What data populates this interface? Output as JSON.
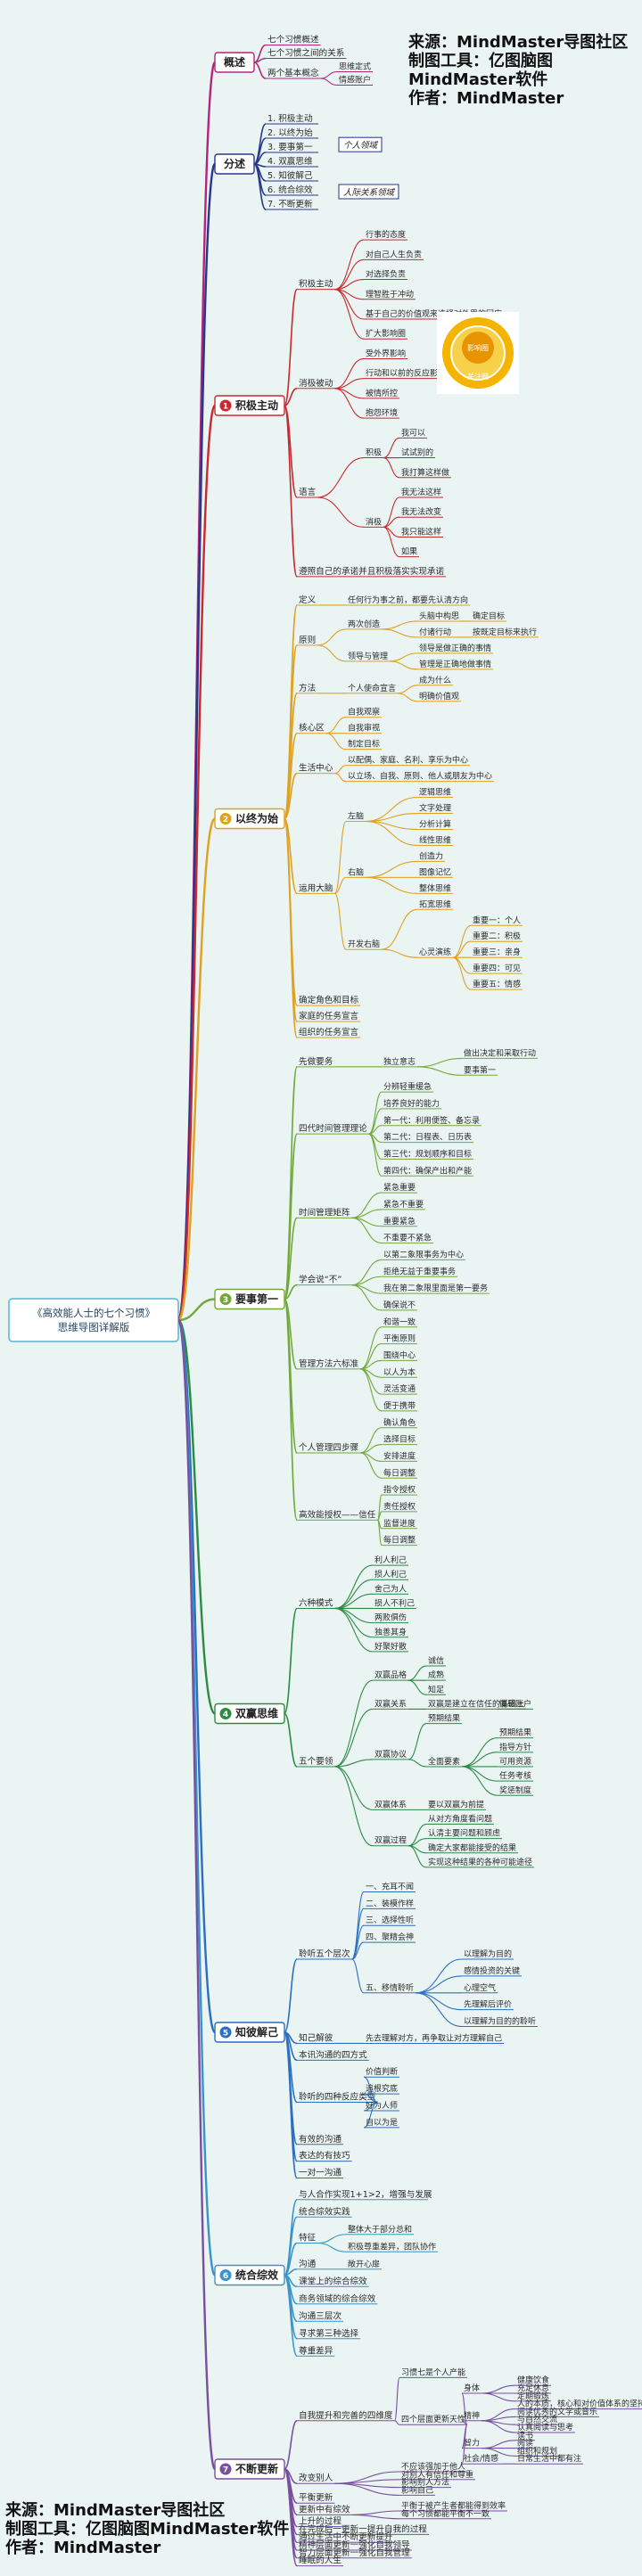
{
  "credit_top": [
    "来源：MindMaster导图社区",
    "制图工具：亿图脑图MindMaster软件",
    "作者：MindMaster"
  ],
  "credit_bottom": [
    "来源：MindMaster导图社区",
    "制图工具：亿图脑图MindMaster软件",
    "作者：MindMaster"
  ],
  "root": {
    "title": "《高效能人士的七个习惯》",
    "subtitle": "思维导图详解版"
  },
  "illustration": {
    "center": "影响圈",
    "outer": "关注圈"
  },
  "colors": {
    "root_border": "#58b4d4",
    "gaishu": "#b3257c",
    "fenshu": "#28368c",
    "jiji": "#c8282e",
    "yishi": "#e0a020",
    "yaoshi": "#72a83a",
    "shuangying": "#2c8a44",
    "zhibi": "#2c6ec0",
    "tongli": "#3b94c8",
    "buduan": "#7a4fa0",
    "dark": "#1b4e34"
  },
  "branches": [
    {
      "key": "gaishu",
      "label": "概述",
      "children": [
        {
          "label": "七个习惯概述"
        },
        {
          "label": "七个习惯之间的关系"
        },
        {
          "label": "两个基本概念",
          "children": [
            {
              "label": "思维定式"
            },
            {
              "label": "情感账户"
            }
          ]
        }
      ]
    },
    {
      "key": "fenshu",
      "label": "分述",
      "children": [
        {
          "label": "1. 积极主动"
        },
        {
          "label": "2. 以终为始"
        },
        {
          "label": "3. 要事第一"
        },
        {
          "label": "4. 双赢思维"
        },
        {
          "label": "5. 知彼解己"
        },
        {
          "label": "6. 统合综效"
        },
        {
          "label": "7. 不断更新"
        }
      ],
      "groups": [
        {
          "label": "个人领域"
        },
        {
          "label": "人际关系领域"
        }
      ]
    },
    {
      "key": "jiji",
      "label": "积极主动",
      "num": "1",
      "children": [
        {
          "label": "积极主动",
          "children": [
            {
              "label": "行事的态度"
            },
            {
              "label": "对自己人生负责"
            },
            {
              "label": "对选择负责"
            },
            {
              "label": "理智胜于冲动"
            },
            {
              "label": "基于自己的价值观来选择对外界的回应"
            },
            {
              "label": "扩大影响圈"
            }
          ]
        },
        {
          "label": "消极被动",
          "children": [
            {
              "label": "受外界影响"
            },
            {
              "label": "行动和以前的反应影响"
            },
            {
              "label": "被情所控"
            },
            {
              "label": "抱怨环境"
            }
          ]
        },
        {
          "label": "语言",
          "children": [
            {
              "label": "积极",
              "children": [
                {
                  "label": "我可以"
                },
                {
                  "label": "试试别的"
                },
                {
                  "label": "我打算这样做"
                }
              ]
            },
            {
              "label": "消极",
              "children": [
                {
                  "label": "我无法这样"
                },
                {
                  "label": "我无法改变"
                },
                {
                  "label": "我只能这样"
                },
                {
                  "label": "如果"
                }
              ]
            }
          ]
        },
        {
          "label": "遵照自己的承诺并且积极落实实现承诺"
        }
      ]
    },
    {
      "key": "yishi",
      "label": "以终为始",
      "num": "2",
      "children": [
        {
          "label": "定义",
          "children": [
            {
              "label": "任何行为事之前，都要先认清方向"
            }
          ]
        },
        {
          "label": "原则",
          "children": [
            {
              "label": "两次创造",
              "children": [
                {
                  "label": "头脑中构思",
                  "children": [
                    {
                      "label": "确定目标"
                    }
                  ]
                },
                {
                  "label": "付诸行动",
                  "children": [
                    {
                      "label": "按既定目标来执行"
                    }
                  ]
                }
              ]
            },
            {
              "label": "领导与管理",
              "children": [
                {
                  "label": "领导是做正确的事情"
                },
                {
                  "label": "管理是正确地做事情"
                }
              ]
            }
          ]
        },
        {
          "label": "方法",
          "children": [
            {
              "label": "个人使命宣言",
              "children": [
                {
                  "label": "成为什么"
                },
                {
                  "label": "明确价值观"
                }
              ]
            }
          ]
        },
        {
          "label": "核心区",
          "children": [
            {
              "label": "自我观察"
            },
            {
              "label": "自我审视"
            },
            {
              "label": "制定目标"
            }
          ]
        },
        {
          "label": "生活中心",
          "children": [
            {
              "label": "以配偶、家庭、名利、享乐为中心"
            },
            {
              "label": "以立场、自我、原则、他人或朋友为中心"
            }
          ]
        },
        {
          "label": "运用大脑",
          "children": [
            {
              "label": "左脑",
              "children": [
                {
                  "label": "逻辑思维"
                },
                {
                  "label": "文字处理"
                },
                {
                  "label": "分析计算"
                },
                {
                  "label": "线性思维"
                }
              ]
            },
            {
              "label": "右脑",
              "children": [
                {
                  "label": "创造力"
                },
                {
                  "label": "图像记忆"
                },
                {
                  "label": "整体思维"
                }
              ]
            },
            {
              "label": "开发右脑",
              "children": [
                {
                  "label": "拓宽思维"
                },
                {
                  "label": "心灵演练",
                  "children": [
                    {
                      "label": "重要一：个人"
                    },
                    {
                      "label": "重要二：积极"
                    },
                    {
                      "label": "重要三：亲身"
                    },
                    {
                      "label": "重要四：可见"
                    },
                    {
                      "label": "重要五：情感"
                    }
                  ]
                }
              ]
            }
          ]
        },
        {
          "label": "确定角色和目标"
        },
        {
          "label": "家庭的任务宣言"
        },
        {
          "label": "组织的任务宣言"
        }
      ]
    },
    {
      "key": "yaoshi",
      "label": "要事第一",
      "num": "3",
      "children": [
        {
          "label": "先做要务",
          "children": [
            {
              "label": "独立意志",
              "children": [
                {
                  "label": "做出决定和采取行动"
                },
                {
                  "label": "要事第一"
                }
              ]
            }
          ]
        },
        {
          "label": "四代时间管理理论",
          "children": [
            {
              "label": "分辨轻重缓急"
            },
            {
              "label": "培养良好的能力"
            },
            {
              "label": "第一代：利用便签、备忘录"
            },
            {
              "label": "第二代：日程表、日历表"
            },
            {
              "label": "第三代：规划顺序和目标"
            },
            {
              "label": "第四代：确保产出和产能"
            }
          ]
        },
        {
          "label": "时间管理矩阵",
          "children": [
            {
              "label": "紧急重要"
            },
            {
              "label": "紧急不重要"
            },
            {
              "label": "重要紧急"
            },
            {
              "label": "不重要不紧急"
            }
          ]
        },
        {
          "label": "学会说“不”",
          "children": [
            {
              "label": "以第二象限事务为中心"
            },
            {
              "label": "拒绝无益于重要事务"
            },
            {
              "label": "我在第二象限里面是第一要务"
            },
            {
              "label": "确保说不"
            }
          ]
        },
        {
          "label": "管理方法六标准",
          "children": [
            {
              "label": "和谐一致"
            },
            {
              "label": "平衡原则"
            },
            {
              "label": "围绕中心"
            },
            {
              "label": "以人为本"
            },
            {
              "label": "灵活变通"
            },
            {
              "label": "便于携带"
            }
          ]
        },
        {
          "label": "个人管理四步骤",
          "children": [
            {
              "label": "确认角色"
            },
            {
              "label": "选择目标"
            },
            {
              "label": "安排进度"
            },
            {
              "label": "每日调整"
            }
          ]
        },
        {
          "label": "高效能授权——信任",
          "children": [
            {
              "label": "指令授权"
            },
            {
              "label": "责任授权"
            },
            {
              "label": "监督进度"
            },
            {
              "label": "每日调整"
            }
          ]
        }
      ]
    },
    {
      "key": "shuangying",
      "label": "双赢思维",
      "num": "4",
      "children": [
        {
          "label": "六种模式",
          "children": [
            {
              "label": "利人利己"
            },
            {
              "label": "损人利己"
            },
            {
              "label": "舍己为人"
            },
            {
              "label": "损人不利己"
            },
            {
              "label": "两败俱伤"
            },
            {
              "label": "独善其身"
            },
            {
              "label": "好聚好散"
            }
          ]
        },
        {
          "label": "五个要领",
          "children": [
            {
              "label": "双赢品格",
              "children": [
                {
                  "label": "诚信"
                },
                {
                  "label": "成熟"
                },
                {
                  "label": "知足"
                }
              ]
            },
            {
              "label": "双赢关系",
              "children": [
                {
                  "label": "双赢是建立在信任的基础上",
                  "children": [
                    {
                      "label": "情感账户"
                    }
                  ]
                }
              ]
            },
            {
              "label": "双赢协议",
              "children": [
                {
                  "label": "预期结果"
                },
                {
                  "label": "全面要素",
                  "children": [
                    {
                      "label": "预期结果"
                    },
                    {
                      "label": "指导方针"
                    },
                    {
                      "label": "可用资源"
                    },
                    {
                      "label": "任务考核"
                    },
                    {
                      "label": "奖惩制度"
                    }
                  ]
                }
              ]
            },
            {
              "label": "双赢体系",
              "children": [
                {
                  "label": "要以双赢为前提"
                }
              ]
            },
            {
              "label": "双赢过程",
              "children": [
                {
                  "label": "从对方角度看问题"
                },
                {
                  "label": "认清主要问题和顾虑"
                },
                {
                  "label": "确定大家都能接受的结果"
                },
                {
                  "label": "实现这种结果的各种可能途径"
                }
              ]
            }
          ]
        }
      ]
    },
    {
      "key": "zhibi",
      "label": "知彼解己",
      "num": "5",
      "children": [
        {
          "label": "聆听五个层次",
          "children": [
            {
              "label": "一、充耳不闻"
            },
            {
              "label": "二、装模作样"
            },
            {
              "label": "三、选择性听"
            },
            {
              "label": "四、聚精会神"
            },
            {
              "label": "五、移情聆听",
              "children": [
                {
                  "label": "以理解为目的"
                },
                {
                  "label": "感情投资的关键"
                },
                {
                  "label": "心理空气"
                },
                {
                  "label": "先理解后评价"
                },
                {
                  "label": "以理解为目的的聆听"
                }
              ]
            }
          ]
        },
        {
          "label": "知己解彼",
          "children": [
            {
              "label": "先去理解对方，再争取让对方理解自己"
            }
          ]
        },
        {
          "label": "本讯沟通的四方式"
        },
        {
          "label": "聆听的四种反应类型",
          "children": [
            {
              "label": "价值判断"
            },
            {
              "label": "追根究底"
            },
            {
              "label": "好为人师"
            },
            {
              "label": "自以为是"
            }
          ]
        },
        {
          "label": "有效的沟通"
        },
        {
          "label": "表达的有技巧"
        },
        {
          "label": "一对一沟通"
        }
      ]
    },
    {
      "key": "tongli",
      "label": "统合综效",
      "num": "6",
      "children": [
        {
          "label": "与人合作实现1+1>2，增强与发展"
        },
        {
          "label": "统合综效实践"
        },
        {
          "label": "特征",
          "children": [
            {
              "label": "整体大于部分总和"
            },
            {
              "label": "积极尊重差异，团队协作"
            }
          ]
        },
        {
          "label": "沟通",
          "children": [
            {
              "label": "敞开心扉"
            }
          ]
        },
        {
          "label": "课堂上的综合综效"
        },
        {
          "label": "商务领域的综合综效"
        },
        {
          "label": "沟通三层次"
        },
        {
          "label": "寻求第三种选择"
        },
        {
          "label": "尊重差异"
        }
      ]
    },
    {
      "key": "buduan",
      "label": "不断更新",
      "num": "7",
      "children": [
        {
          "label": "自我提升和完善的四维度",
          "children": [
            {
              "label": "习惯七是个人产能"
            },
            {
              "label": "四个层面更新天性",
              "children": [
                {
                  "label": "身体",
                  "children": [
                    {
                      "label": "健康饮食"
                    },
                    {
                      "label": "充足休息"
                    },
                    {
                      "label": "定期锻炼"
                    }
                  ]
                },
                {
                  "label": "精神",
                  "children": [
                    {
                      "label": "人的本质，核心和对价值体系的坚持"
                    },
                    {
                      "label": "阅读优秀的文学或音乐"
                    },
                    {
                      "label": "与自然交流"
                    },
                    {
                      "label": "认真阅读与思考"
                    }
                  ]
                },
                {
                  "label": "智力",
                  "children": [
                    {
                      "label": "读书"
                    },
                    {
                      "label": "阅读"
                    },
                    {
                      "label": "组织和规划"
                    }
                  ]
                },
                {
                  "label": "社会/情感",
                  "children": [
                    {
                      "label": "日常生活中都有注"
                    }
                  ]
                }
              ]
            }
          ]
        },
        {
          "label": "改变别人",
          "children": [
            {
              "label": "不应该强加于他人"
            },
            {
              "label": "对别人有信任和尊重"
            },
            {
              "label": "影响别人方法"
            },
            {
              "label": "影响自己"
            }
          ]
        },
        {
          "label": "平衡更新"
        },
        {
          "label": "更新中有综效",
          "children": [
            {
              "label": "平衡于被产生者都能得到效率"
            },
            {
              "label": "每个习惯都能平衡不一致"
            }
          ]
        },
        {
          "label": "上升的过程"
        },
        {
          "label": "在完成后一更新一提升自我的过程"
        },
        {
          "label": "通过生活中不断更新提升"
        },
        {
          "label": "精神层面更新一强化自我领导"
        },
        {
          "label": "智力层面更新一强化自我管理"
        },
        {
          "label": "睡眠的人生"
        }
      ]
    }
  ]
}
